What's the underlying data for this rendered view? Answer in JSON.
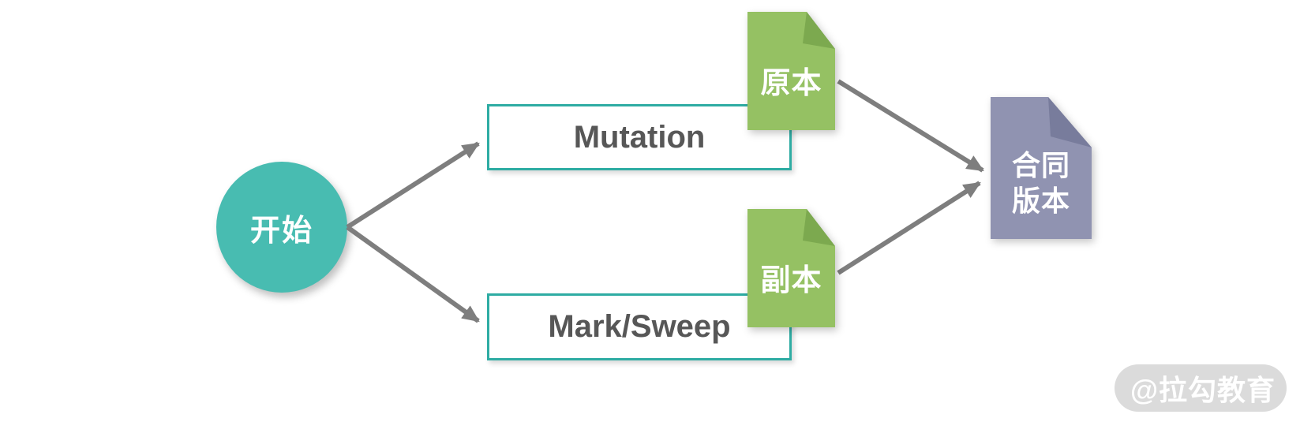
{
  "colors": {
    "teal": "#48BCB1",
    "teal-border": "#2EACA3",
    "green": "#95C163",
    "green-fold": "#7CA94F",
    "purple": "#9093B1",
    "purple-fold": "#787C9C",
    "arrow": "#7E7E7E",
    "box-text": "#575757",
    "white-text": "#FFFFFF",
    "watermark-bg": "#DBDBDB"
  },
  "diagram": {
    "start": {
      "label": "开始"
    },
    "mutation": {
      "label": "Mutation"
    },
    "mark_sweep": {
      "label": "Mark/Sweep"
    },
    "original_doc": {
      "label": "原本"
    },
    "copy_doc": {
      "label": "副本"
    },
    "contract_doc": {
      "line1": "合同",
      "line2": "版本"
    }
  },
  "watermark": {
    "text": "@拉勾教育"
  }
}
